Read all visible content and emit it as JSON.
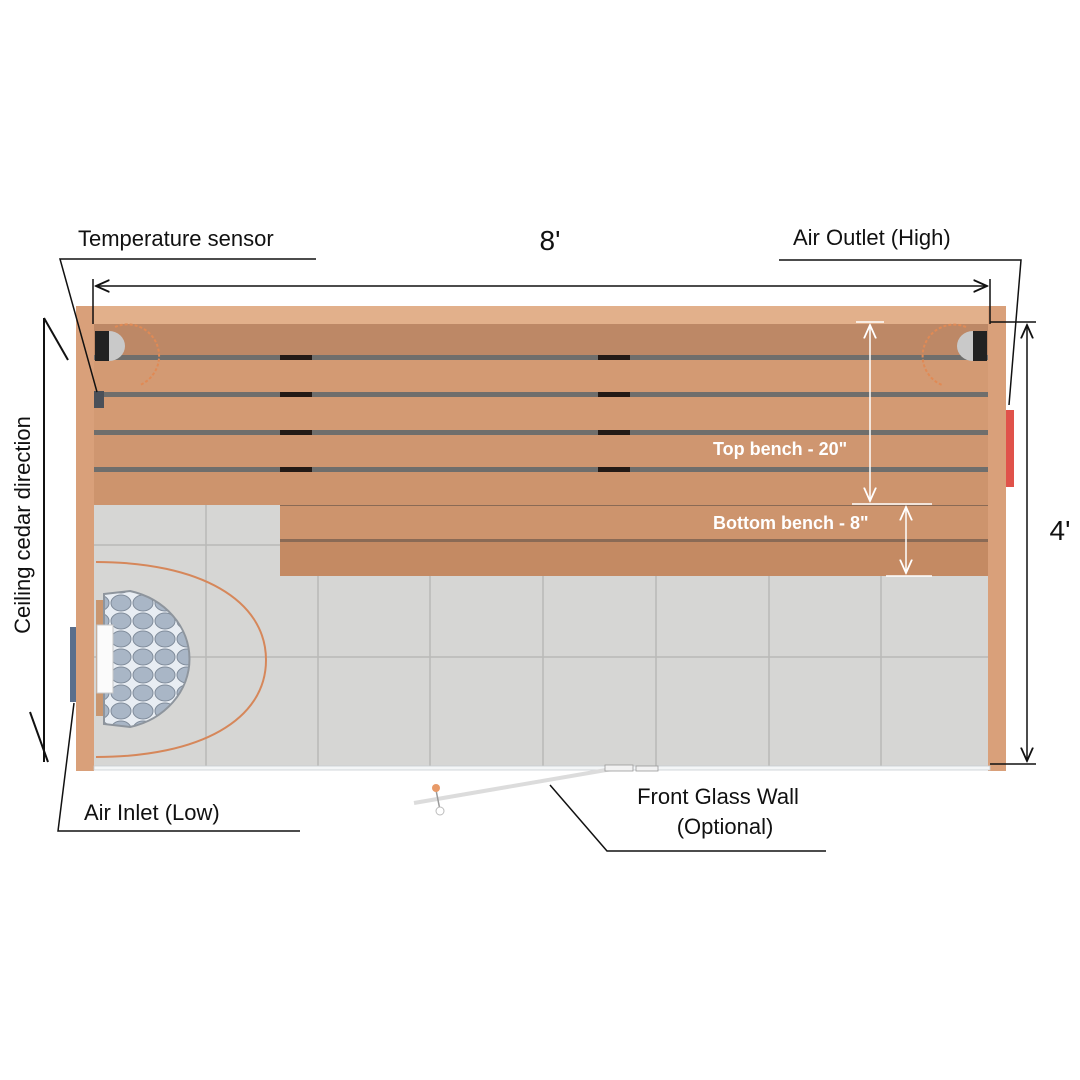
{
  "dimensions": {
    "width_label": "8'",
    "depth_label": "4'"
  },
  "labels": {
    "temperature_sensor": "Temperature sensor",
    "air_outlet": "Air Outlet (High)",
    "ceiling_direction": "Ceiling cedar direction",
    "air_inlet": "Air Inlet (Low)",
    "front_glass_line1": "Front Glass Wall",
    "front_glass_line2": "(Optional)",
    "top_bench": "Top bench - 20\"",
    "bottom_bench": "Bottom bench - 8\""
  },
  "colors": {
    "wood": "#d9a07a",
    "slat": "#c98a63",
    "tile": "#d4d4d2",
    "outlet_vent": "#e0524a",
    "inlet_vent": "#5a6f8c"
  }
}
